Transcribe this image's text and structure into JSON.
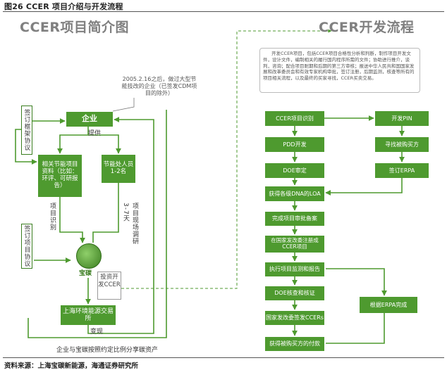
{
  "figure_title": "图26 CCER 项目介绍与开发流程",
  "left_panel": {
    "title": "CCER项目简介图",
    "note": "2005.2.16之后，做过大型节能技改的企业（已签发CDM项目的除外）",
    "enterprise": "企业",
    "provide": "提供",
    "materials": "相关节能项目资料（比如：环评、可研报告）",
    "energy_personnel": "节能处人员1-2名",
    "sign_framework": "签订框架协议",
    "sign_project": "签订项目协议",
    "identify": "项目识别",
    "research": "项目现场调研3-7天",
    "logo_text": "宝碳",
    "investment": "投资开发CCER",
    "exchange": "上海环境能源交易所",
    "cash": "变现",
    "share": "企业与宝碳按照约定比例分享碳资产"
  },
  "right_panel": {
    "title": "CCER开发流程",
    "description": "开发CCER项目，包括CCER项目合格性分析和判断，制作项目开发文件，设计文件，编制相关的履行国内程序所需的文件；协助进行推介，谈判，咨询；配合项目耐期和后期的第三方审核；报送中华人民共和国国家发展和改革委员会和有效专家机构审批，签订注册，后期监测，核查等所有的项目相关流程，以及最终的买家寻找，CCER买卖交易。",
    "steps": [
      "CCER项目识别",
      "PDD开发",
      "DOE审定",
      "获得各级DNA的LOA",
      "完成项目审批备案",
      "在国家发改委注册成CCER项目",
      "执行项目监测和报告",
      "DOE核查和核证",
      "国家发改委签发CCERs",
      "获得被购买方的付款"
    ],
    "side_steps": [
      "开发PIN",
      "寻找被购买方",
      "签订ERPA"
    ],
    "erpa_done": "根据ERPA完成"
  },
  "source": "资料来源：上海宝碳新能源，海通证券研究所",
  "colors": {
    "green": "#4e9a2f",
    "dark_green": "#3a7d1f",
    "title_gray": "#808080"
  }
}
